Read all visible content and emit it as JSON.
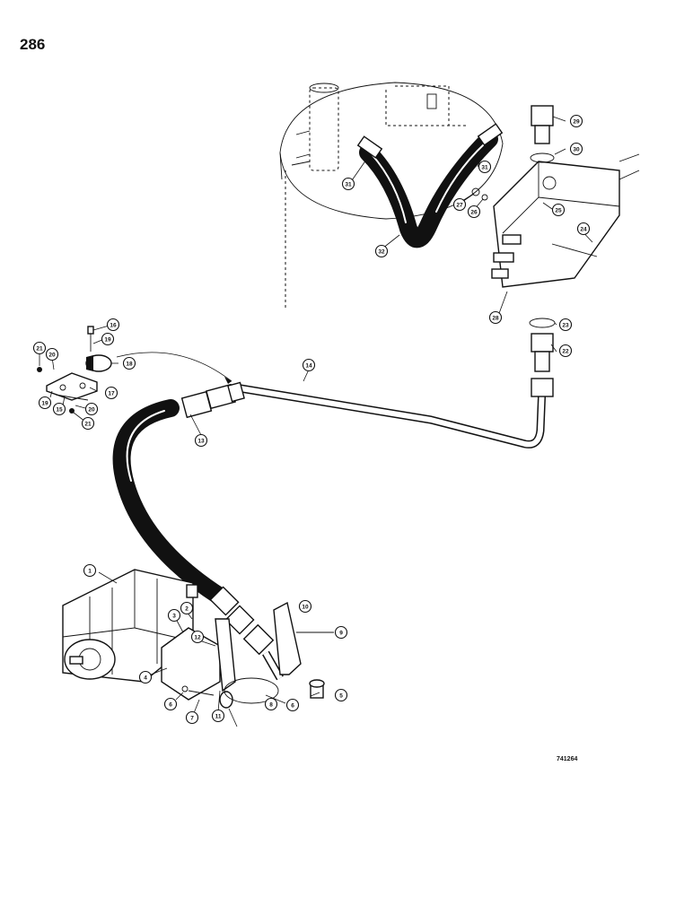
{
  "page": {
    "number": "286",
    "figure_code": "741264"
  },
  "diagram": {
    "callouts": [
      {
        "id": "c1",
        "label": "1"
      },
      {
        "id": "c2",
        "label": "2"
      },
      {
        "id": "c3",
        "label": "3"
      },
      {
        "id": "c4",
        "label": "4"
      },
      {
        "id": "c5",
        "label": "5"
      },
      {
        "id": "c6a",
        "label": "6"
      },
      {
        "id": "c6b",
        "label": "6"
      },
      {
        "id": "c7",
        "label": "7"
      },
      {
        "id": "c8",
        "label": "8"
      },
      {
        "id": "c9",
        "label": "9"
      },
      {
        "id": "c10",
        "label": "10"
      },
      {
        "id": "c11",
        "label": "11"
      },
      {
        "id": "c12",
        "label": "12"
      },
      {
        "id": "c13",
        "label": "13"
      },
      {
        "id": "c14",
        "label": "14"
      },
      {
        "id": "c15",
        "label": "15"
      },
      {
        "id": "c16",
        "label": "16"
      },
      {
        "id": "c17",
        "label": "17"
      },
      {
        "id": "c18",
        "label": "18"
      },
      {
        "id": "c19a",
        "label": "19"
      },
      {
        "id": "c19b",
        "label": "19"
      },
      {
        "id": "c20a",
        "label": "20"
      },
      {
        "id": "c20b",
        "label": "20"
      },
      {
        "id": "c21a",
        "label": "21"
      },
      {
        "id": "c21b",
        "label": "21"
      },
      {
        "id": "c22",
        "label": "22"
      },
      {
        "id": "c23",
        "label": "23"
      },
      {
        "id": "c24",
        "label": "24"
      },
      {
        "id": "c25",
        "label": "25"
      },
      {
        "id": "c26",
        "label": "26"
      },
      {
        "id": "c27",
        "label": "27"
      },
      {
        "id": "c28",
        "label": "28"
      },
      {
        "id": "c29",
        "label": "29"
      },
      {
        "id": "c30",
        "label": "30"
      },
      {
        "id": "c31a",
        "label": "31"
      },
      {
        "id": "c31b",
        "label": "31"
      },
      {
        "id": "c32",
        "label": "32"
      }
    ]
  }
}
